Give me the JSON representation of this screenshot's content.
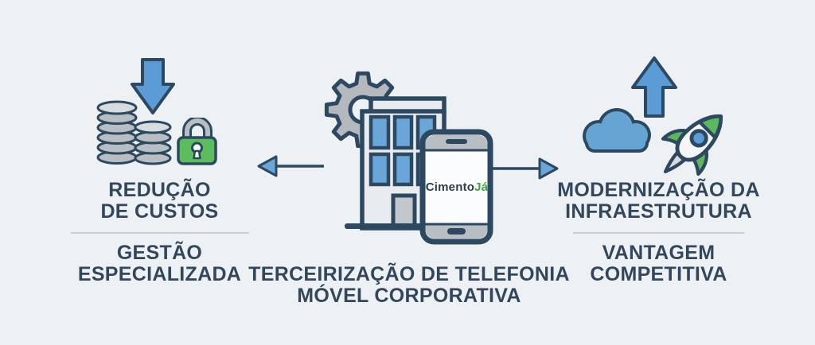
{
  "title": "Terceirização de Telefonia Móvel Corporativa — infográfico",
  "colors": {
    "background": "#edf1f4",
    "outline_navy": "#2d4961",
    "heading_text": "#33475c",
    "accent_blue": "#5b9cd6",
    "window_blue": "#6aa7d8",
    "icon_gray": "#b9bec2",
    "accent_green": "#5cb85c",
    "logo_green": "#3da53f",
    "divider_gray": "#c9d1d7"
  },
  "left_panel": {
    "icons": [
      "down-arrow",
      "coin-stacks",
      "padlock"
    ],
    "title": [
      "REDUÇÃO",
      "DE CUSTOS"
    ],
    "subtitle": [
      "GESTÃO",
      "ESPECIALIZADA"
    ]
  },
  "center_panel": {
    "icons": [
      "gear",
      "office-building",
      "smartphone"
    ],
    "logo": {
      "part1": "Cimento",
      "part2": "Já"
    },
    "caption": [
      "TERCEIRIZAÇÃO DE TELEFONIA",
      "MÓVEL CORPORATIVA"
    ]
  },
  "right_panel": {
    "icons": [
      "up-arrow",
      "cloud",
      "rocket"
    ],
    "title": [
      "MODERNIZAÇÃO DA",
      "INFRAESTRUTURA"
    ],
    "subtitle": [
      "VANTAGEM",
      "COMPETITIVA"
    ]
  }
}
